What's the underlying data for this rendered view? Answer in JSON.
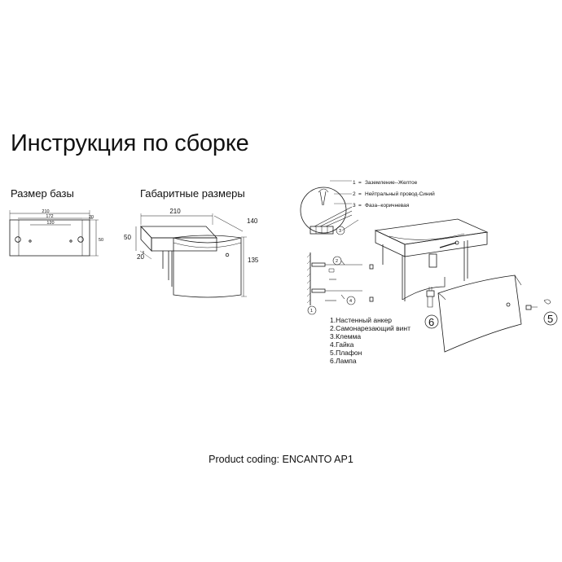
{
  "title": "Инструкция по сборке",
  "base_size": {
    "heading": "Размер базы",
    "dims": {
      "overall": "210",
      "mid": "172",
      "inner": "120",
      "offset": "20",
      "height": "50"
    }
  },
  "overall_size": {
    "heading": "Габаритные размеры",
    "dims": {
      "width": "210",
      "depth": "140",
      "base_height": "50",
      "offset": "20",
      "height": "135"
    }
  },
  "assembly": {
    "wires": [
      {
        "num": "1",
        "label": "Заземление--Желтое"
      },
      {
        "num": "2",
        "label": "Нейтральный провод-Синий"
      },
      {
        "num": "3",
        "label": "Фаза--коричневая"
      }
    ],
    "part_callouts": [
      "1",
      "2",
      "3",
      "4",
      "5",
      "6"
    ],
    "parts": [
      "1.Настенный анкер",
      "2.Самонарезающий винт",
      "3.Клемма",
      "4.Гайка",
      "5.Плафон",
      "6.Лампа"
    ],
    "colors": {
      "line": "#1a1a1a",
      "background": "#ffffff"
    }
  },
  "footer": {
    "product_coding": "Product coding: ENCANTO AP1"
  }
}
